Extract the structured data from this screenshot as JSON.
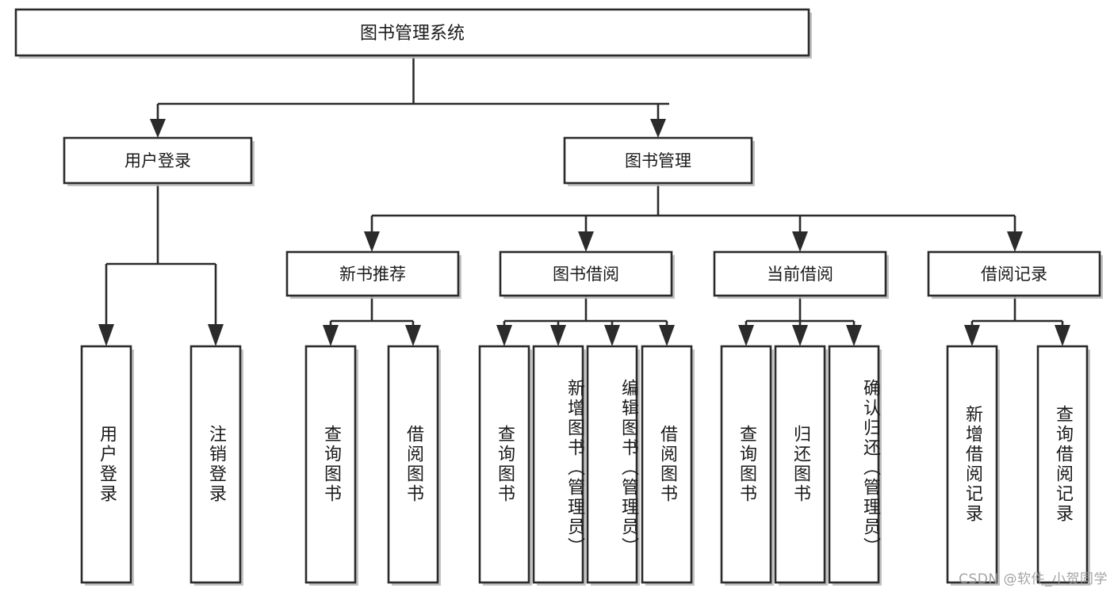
{
  "diagram": {
    "type": "tree-hierarchy",
    "title": "图书管理系统",
    "orientation": "top-down",
    "colors": {
      "box_stroke": "#2b2b2b",
      "box_fill": "#ffffff",
      "connector": "#2b2b2b",
      "shadow": "#b8b8b8",
      "text": "#1a1a1a",
      "watermark": "#9a9a9a"
    },
    "root": {
      "label": "图书管理系统"
    },
    "level2": [
      {
        "label": "用户登录"
      },
      {
        "label": "图书管理"
      }
    ],
    "level3": [
      {
        "label": "新书推荐"
      },
      {
        "label": "图书借阅"
      },
      {
        "label": "当前借阅"
      },
      {
        "label": "借阅记录"
      }
    ],
    "leaves": {
      "user_login": [
        {
          "label": "用户登录"
        },
        {
          "label": "注销登录"
        }
      ],
      "new_book_recommend": [
        {
          "label": "查询图书"
        },
        {
          "label": "借阅图书"
        }
      ],
      "book_borrow": [
        {
          "label": "查询图书"
        },
        {
          "label": "新增图书（管理员）"
        },
        {
          "label": "编辑图书（管理员）"
        },
        {
          "label": "借阅图书"
        }
      ],
      "current_borrow": [
        {
          "label": "查询图书"
        },
        {
          "label": "归还图书"
        },
        {
          "label": "确认归还（管理员）"
        }
      ],
      "borrow_record": [
        {
          "label": "新增借阅记录"
        },
        {
          "label": "查询借阅记录"
        }
      ]
    },
    "watermark": "CSDN @软件_小贺同学"
  }
}
